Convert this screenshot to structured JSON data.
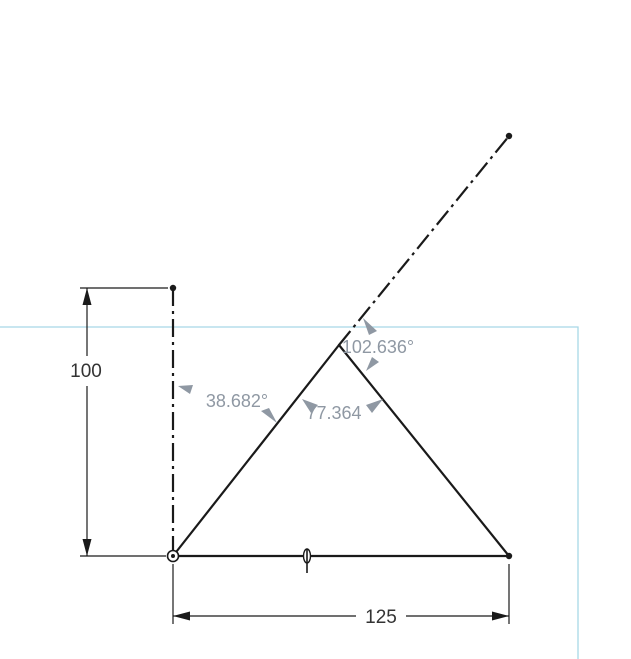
{
  "dimensions": {
    "height_label": "100",
    "width_label": "125"
  },
  "angles": {
    "left_angle": "38.682°",
    "apex_angle": "77.364",
    "outer_angle": "102.636°"
  },
  "colors": {
    "geometry": "#1a1a1a",
    "angle_annotation": "#8f98a3",
    "sketch_plane": "#a8d8e6"
  }
}
